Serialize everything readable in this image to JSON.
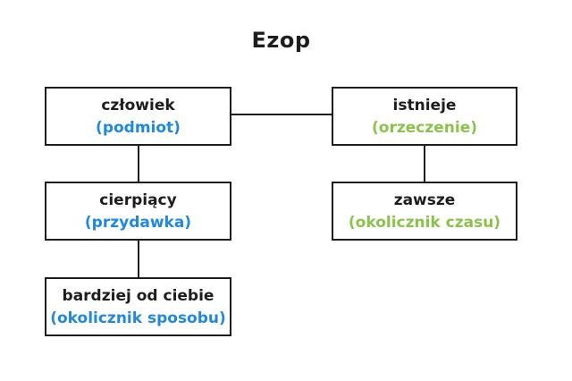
{
  "title": "Ezop",
  "colors": {
    "ink": "#1d1d1d",
    "blue": "#1e88e5",
    "green": "#8bc34a",
    "background": "#ffffff"
  },
  "nodes": [
    {
      "id": "czlowiek",
      "word": "człowiek",
      "role": "(podmiot)",
      "color": "blue"
    },
    {
      "id": "istnieje",
      "word": "istnieje",
      "role": "(orzeczenie)",
      "color": "green"
    },
    {
      "id": "cierpiacy",
      "word": "cierpiący",
      "role": "(przydawka)",
      "color": "blue"
    },
    {
      "id": "zawsze",
      "word": "zawsze",
      "role": "(okolicznik czasu)",
      "color": "green"
    },
    {
      "id": "bardziej-od-ciebie",
      "word": "bardziej od ciebie",
      "role": "(okolicznik sposobu)",
      "color": "blue"
    }
  ],
  "edges": [
    {
      "from": "czlowiek",
      "to": "istnieje",
      "orientation": "horizontal"
    },
    {
      "from": "czlowiek",
      "to": "cierpiacy",
      "orientation": "vertical"
    },
    {
      "from": "istnieje",
      "to": "zawsze",
      "orientation": "vertical"
    },
    {
      "from": "cierpiacy",
      "to": "bardziej-od-ciebie",
      "orientation": "vertical"
    }
  ]
}
